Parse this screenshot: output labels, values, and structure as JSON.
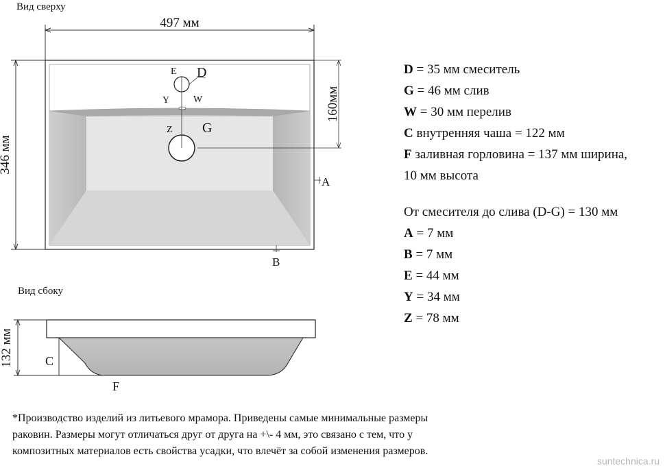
{
  "top_view": {
    "caption": "Вид сверху",
    "width_label": "497 мм",
    "height_label": "346 мм",
    "offset_label": "160мм",
    "markers": {
      "E": "E",
      "D": "D",
      "Y": "Y",
      "W": "W",
      "Z": "Z",
      "G": "G",
      "A": "A",
      "B": "B"
    }
  },
  "side_view": {
    "caption": "Вид сбоку",
    "height_label": "132 мм",
    "markers": {
      "C": "C",
      "F": "F"
    }
  },
  "specs": [
    {
      "key": "D",
      "text": " = 35 мм смеситель"
    },
    {
      "key": "G",
      "text": " = 46 мм слив"
    },
    {
      "key": "W",
      "text": " = 30 мм перелив"
    },
    {
      "key": "C",
      "text": " внутренняя чаша = 122 мм"
    },
    {
      "key": "F",
      "text": " заливная горловина = 137 мм ширина,"
    },
    {
      "key": "",
      "text": "10 мм высота"
    },
    {
      "key": "",
      "text": ""
    },
    {
      "key": "",
      "text": "От смесителя до слива (D-G) = 130 мм"
    },
    {
      "key": "A",
      "text": " = 7 мм"
    },
    {
      "key": "B",
      "text": " = 7 мм"
    },
    {
      "key": "E",
      "text": " = 44 мм"
    },
    {
      "key": "Y",
      "text": " = 34 мм"
    },
    {
      "key": "Z",
      "text": " = 78 мм"
    }
  ],
  "note": "*Производство изделий из литьевого мрамора. Приведены самые минимальные размеры раковин. Размеры могут отличаться друг от друга на +\\- 4 мм, это связано с тем, что у композитных материалов есть свойства усадки, что влечёт за собой изменения размеров.",
  "watermark": "suntechnica.ru"
}
